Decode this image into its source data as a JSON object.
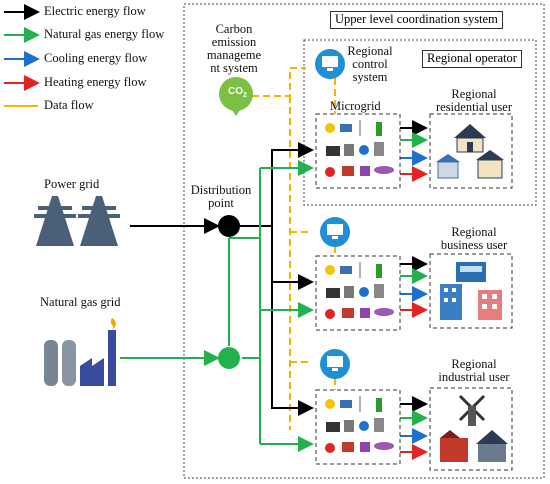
{
  "legend": {
    "items": [
      {
        "label": "Electric energy flow",
        "color": "#000000"
      },
      {
        "label": "Natural gas energy flow",
        "color": "#22b14c"
      },
      {
        "label": "Cooling energy flow",
        "color": "#1f6fd1"
      },
      {
        "label": "Heating energy flow",
        "color": "#e32222"
      },
      {
        "label": "Data flow",
        "color": "#f5b400"
      }
    ]
  },
  "labels": {
    "carbon_line1": "Carbon",
    "carbon_line2": "emission",
    "carbon_line3": "manageme",
    "carbon_line4": "nt system",
    "co2": "CO",
    "co2_sub": "2",
    "upper_title": "Upper level coordination system",
    "regional_control_line1": "Regional",
    "regional_control_line2": "control",
    "regional_control_line3": "system",
    "regional_operator": "Regional operator",
    "microgrid": "Microgrid",
    "residential_line1": "Regional",
    "residential_line2": "residential user",
    "power_grid": "Power grid",
    "distribution_line1": "Distribution",
    "distribution_line2": "point",
    "business_line1": "Regional",
    "business_line2": "business user",
    "natural_gas_grid": "Natural gas grid",
    "industrial_line1": "Regional",
    "industrial_line2": "industrial user"
  },
  "colors": {
    "electric": "#000000",
    "gas": "#22b14c",
    "cooling": "#1f6fd1",
    "heating": "#e32222",
    "data": "#f5b400"
  }
}
